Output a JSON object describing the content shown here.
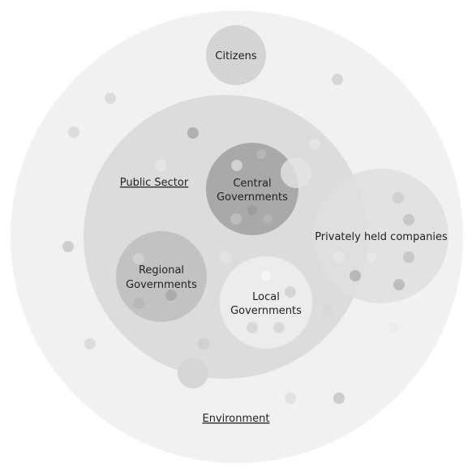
{
  "labels": {
    "citizens": "Citizens",
    "public_sector": "Public Sector",
    "central_1": "Central",
    "central_2": "Governments",
    "regional_1": "Regional",
    "regional_2": "Governments",
    "local_1": "Local",
    "local_2": "Governments",
    "private": "Privately held companies",
    "environment": "Environment"
  },
  "colors": {
    "environment": "#f1f1f1",
    "public_sector": "#dcdcdc",
    "central": "#a9a9a9",
    "regional": "#c2c2c2",
    "local": "#ececec",
    "private": "#e1e1e1",
    "citizens": "#d4d4d4",
    "dot_dark": "#b4b4b4",
    "dot_light": "#dcdcdc"
  }
}
